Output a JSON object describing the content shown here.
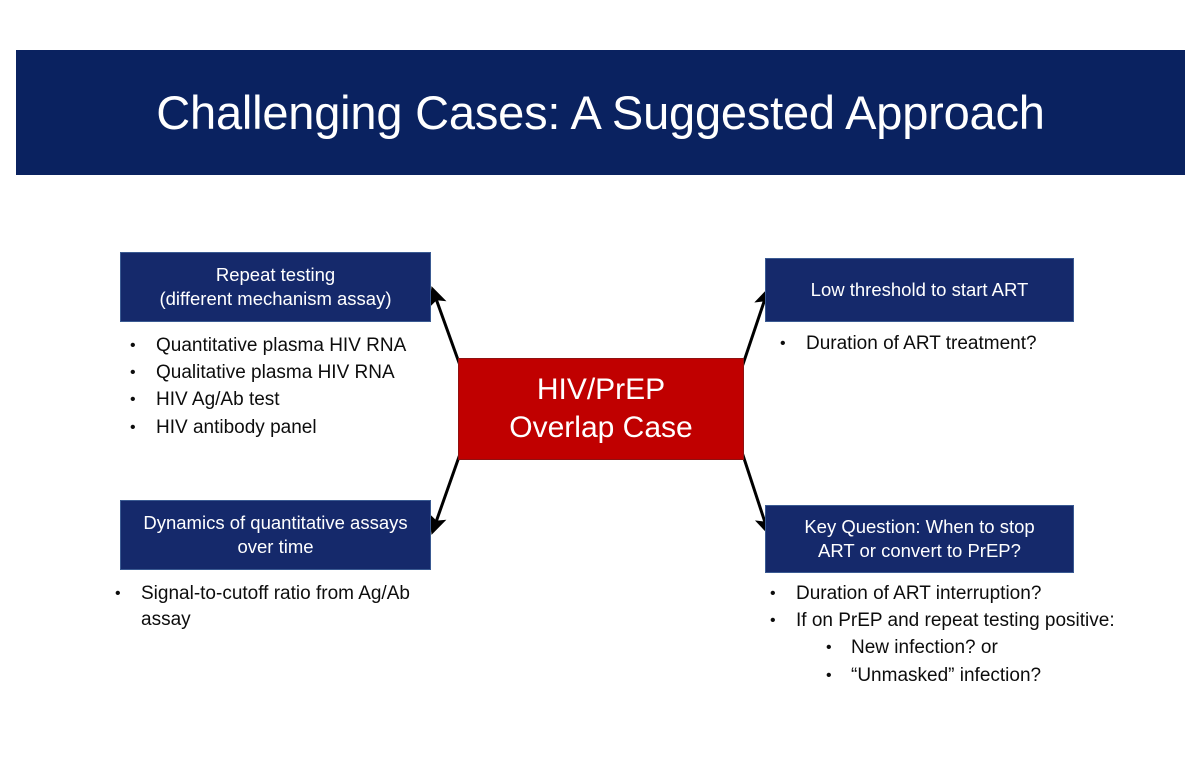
{
  "slide": {
    "title": "Challenging Cases: A Suggested Approach",
    "colors": {
      "banner_navy": "#0a2260",
      "box_navy": "#15296b",
      "center_red": "#c00000",
      "text_white": "#ffffff",
      "text_body": "#0d0d0d",
      "background": "#ffffff"
    }
  },
  "center_node": {
    "line1": "HIV/PrEP",
    "line2": "Overlap Case"
  },
  "nodes": [
    {
      "id": "repeat-testing",
      "position": "top-left",
      "heading_line1": "Repeat testing",
      "heading_line2": "(different mechanism assay)",
      "bullets": [
        {
          "level": 1,
          "marker": "•",
          "text": "Quantitative plasma HIV RNA"
        },
        {
          "level": 1,
          "marker": "•",
          "text": "Qualitative plasma HIV RNA"
        },
        {
          "level": 1,
          "marker": "•",
          "text": "HIV Ag/Ab test"
        },
        {
          "level": 1,
          "marker": "•",
          "text": "HIV antibody panel"
        }
      ]
    },
    {
      "id": "low-threshold",
      "position": "top-right",
      "heading_line1": "Low threshold to start ART",
      "heading_line2": "",
      "bullets": [
        {
          "level": 1,
          "marker": "•",
          "text": "Duration of ART treatment?"
        }
      ]
    },
    {
      "id": "dynamics",
      "position": "bottom-left",
      "heading_line1": "Dynamics of quantitative assays",
      "heading_line2": "over time",
      "bullets": [
        {
          "level": 1,
          "marker": "•",
          "text": "Signal-to-cutoff ratio from Ag/Ab assay"
        }
      ]
    },
    {
      "id": "key-question",
      "position": "bottom-right",
      "heading_line1": "Key Question: When to stop",
      "heading_line2": "ART or convert to PrEP?",
      "bullets": [
        {
          "level": 1,
          "marker": "•",
          "text": "Duration of ART interruption?"
        },
        {
          "level": 1,
          "marker": "•",
          "text": "If on PrEP and repeat testing positive:"
        },
        {
          "level": 2,
          "marker": "•",
          "text": "New infection? or"
        },
        {
          "level": 2,
          "marker": "•",
          "text": "“Unmasked” infection?"
        }
      ]
    }
  ],
  "arrows": [
    {
      "id": "arrow-center-to-repeat-testing",
      "from": "center_node",
      "to": "repeat-testing"
    },
    {
      "id": "arrow-center-to-low-threshold",
      "from": "center_node",
      "to": "low-threshold"
    },
    {
      "id": "arrow-center-to-dynamics",
      "from": "center_node",
      "to": "dynamics"
    },
    {
      "id": "arrow-center-to-key-question",
      "from": "center_node",
      "to": "key-question"
    }
  ]
}
